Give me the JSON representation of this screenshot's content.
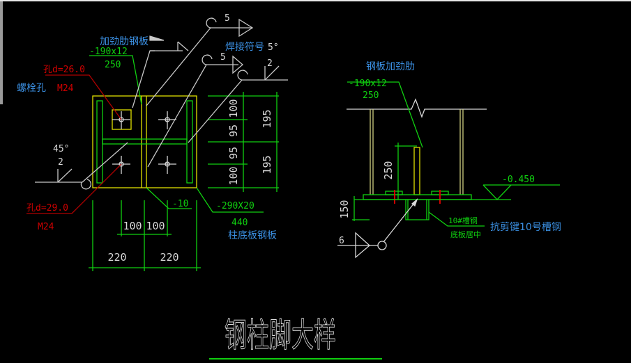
{
  "drawing": {
    "title": "钢柱脚大样",
    "colors": {
      "background": "#000000",
      "green": "#10d010",
      "yellow": "#e0e000",
      "red": "#d00000",
      "white": "#d8d8d8",
      "blue": "#3a8ee0"
    },
    "plan_view": {
      "stiffener_label": "加劲肋钢板",
      "stiffener_spec": "-190x12",
      "stiffener_len": "250",
      "weld_symbol_label": "焊接符号",
      "weld_sizes": [
        "5",
        "5",
        "2",
        "5°"
      ],
      "bolt_hole_label": "螺栓孔",
      "bolt_top_hole": "孔d=26.0",
      "bolt_top_size": "M24",
      "bolt_bottom_hole": "孔d=29.0",
      "bolt_bottom_size": "M24",
      "weld_angle": "45°",
      "weld_angle_size": "2",
      "web_spec": "-10",
      "base_plate_spec": "-290X20",
      "base_plate_len": "440",
      "base_plate_label": "柱底板钢板",
      "dims_right_inner": [
        "100",
        "95",
        "95",
        "100"
      ],
      "dims_right_outer": [
        "195",
        "195"
      ],
      "dims_bottom_inner": [
        "100",
        "100"
      ],
      "dims_bottom_outer": [
        "220",
        "220"
      ]
    },
    "section_view": {
      "stiffener_label": "钢板加劲肋",
      "stiffener_spec": "-190x12",
      "stiffener_len": "250",
      "dim_height": "250",
      "dim_embed": "150",
      "elevation": "-0.450",
      "channel_spec": "10#槽钢",
      "channel_note": "底板居中",
      "shear_key_label": "抗剪键10号槽钢",
      "weld_size": "6"
    }
  }
}
